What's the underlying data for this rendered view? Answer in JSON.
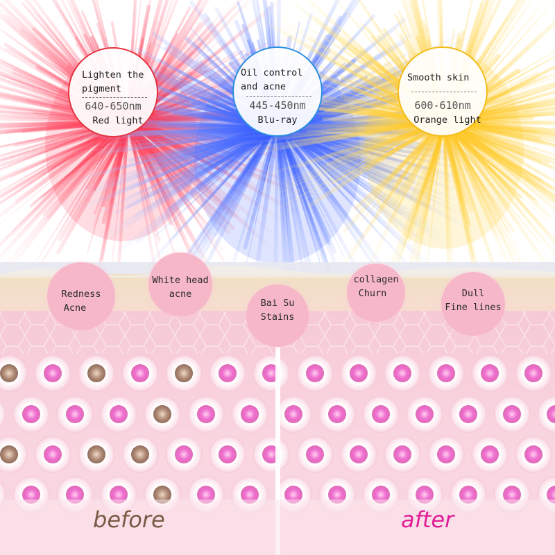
{
  "colors": {
    "red_light": "#e3333f",
    "blue_light": "#2c8ee0",
    "orange_light": "#f3bb17",
    "skin_pink": "#f9d6e1",
    "bubble_pink": "#f6b7c9",
    "before_text": "#7a5a45",
    "after_text": "#e01d97"
  },
  "lights": [
    {
      "benefit_line1": "Lighten the",
      "benefit_line2": "pigment",
      "wavelength": "640-650nm",
      "name": "Red light"
    },
    {
      "benefit_line1": "Oil control",
      "benefit_line2": "and acne",
      "wavelength": "445-450nm",
      "name": "Blu-ray"
    },
    {
      "benefit_line1": "Smooth skin",
      "benefit_line2": "",
      "wavelength": "600-610nm",
      "name": "Orange light"
    }
  ],
  "problems": [
    {
      "line1": "Redness",
      "line2": "Acne"
    },
    {
      "line1": "White head",
      "line2": "acne"
    },
    {
      "line1": "Bai Su",
      "line2": "Stains"
    },
    {
      "line1": "collagen",
      "line2": "Churn"
    },
    {
      "line1": "Dull",
      "line2": "Fine lines"
    }
  ],
  "labels": {
    "before": "before",
    "after": "after"
  }
}
